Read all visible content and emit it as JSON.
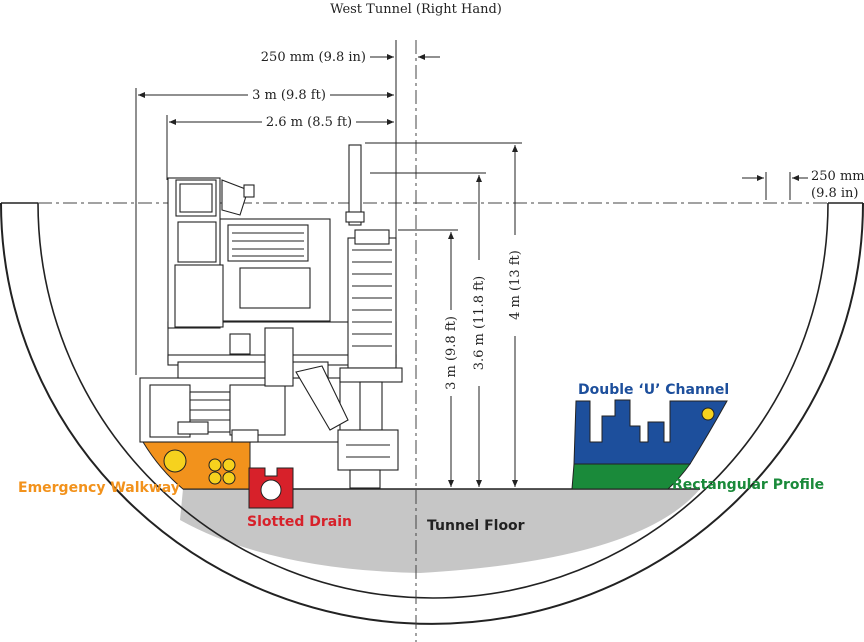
{
  "title": "West Tunnel (Right Hand)",
  "dimensions": {
    "clearance_top": "250 mm (9.8 in)",
    "width_3m": "3 m (9.8 ft)",
    "width_2_6m": "2.6 m (8.5 ft)",
    "clearance_right_line1": "250 mm",
    "clearance_right_line2": "(9.8 in)",
    "height_3m": "3 m (9.8 ft)",
    "height_3_6m": "3.6 m (11.8 ft)",
    "height_4m": "4 m (13 ft)"
  },
  "zones": {
    "walkway": {
      "label": "Emergency Walkway",
      "color": "#f2921c"
    },
    "drain": {
      "label": "Slotted Drain",
      "color": "#d7212a"
    },
    "floor": {
      "label": "Tunnel Floor",
      "color": "#c6c6c6"
    },
    "channel": {
      "label": "Double ‘U’ Channel",
      "color": "#1d4f9c"
    },
    "profile": {
      "label": "Rectangular Profile",
      "color": "#1a8a3a"
    }
  }
}
